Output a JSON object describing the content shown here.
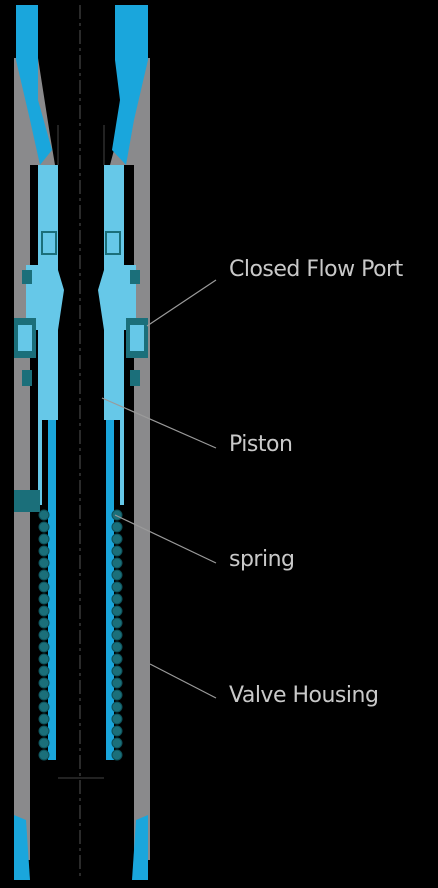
{
  "labels": {
    "closed_flow_port": "Closed Flow Port",
    "piston": "Piston",
    "spring": "spring",
    "valve_housing": "Valve Housing"
  },
  "colors": {
    "background": "#000000",
    "housing_gray": "#8a8a8c",
    "housing_edge": "#6e6e70",
    "piston_light_blue": "#66c8e8",
    "mandrel_blue": "#1aa6dc",
    "spring_teal": "#1b6f7a",
    "leader_line": "#9a9a9a",
    "label_text": "#c9c9c9"
  }
}
